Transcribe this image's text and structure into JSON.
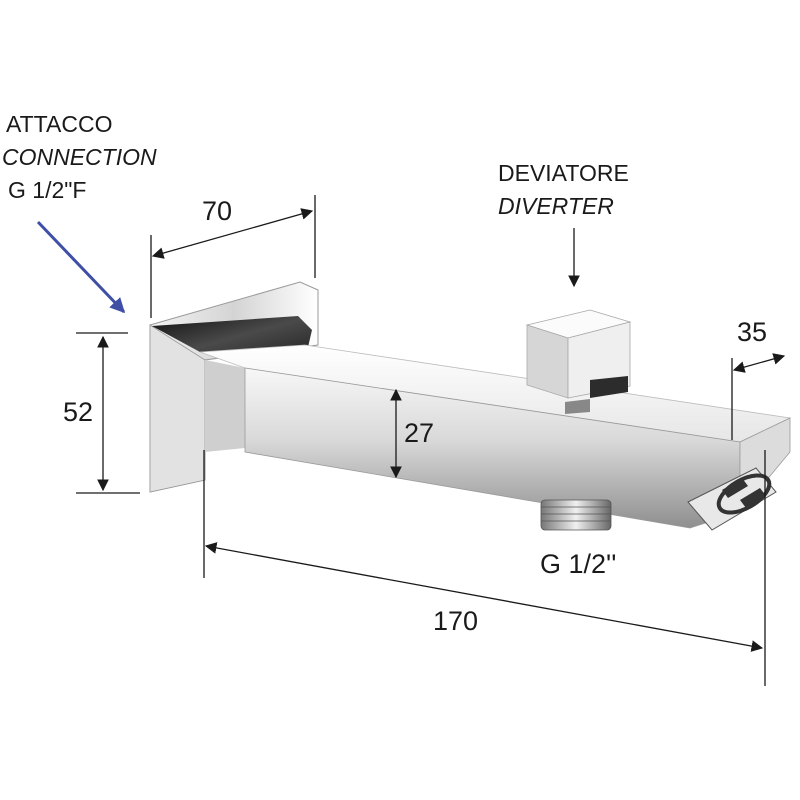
{
  "connection_note": {
    "line1": "ATTACCO",
    "line2": "CONNECTION",
    "line3": "G 1/2\"F",
    "arrow_color": "#3f4fa6"
  },
  "diverter_note": {
    "line1": "DEVIATORE",
    "line2": "DIVERTER"
  },
  "dimensions": {
    "plate_depth": "70",
    "plate_height": "52",
    "spout_height": "27",
    "outlet_length": "35",
    "total_length": "170"
  },
  "outlet_thread": "G 1/2''",
  "colors": {
    "chrome_light": "#f2f2f2",
    "chrome_mid": "#b9b9b9",
    "chrome_dark": "#3a3a3a",
    "line": "#1a1a1a"
  }
}
